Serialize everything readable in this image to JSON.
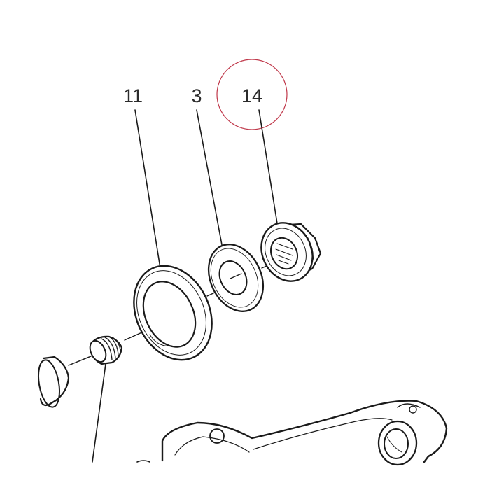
{
  "diagram": {
    "callouts": [
      {
        "id": "11",
        "label": "11"
      },
      {
        "id": "3",
        "label": "3"
      },
      {
        "id": "14",
        "label": "14"
      }
    ],
    "highlight": {
      "target": "14",
      "color": "#c0394b"
    },
    "line_color": "#1a1a1a",
    "label_color": "#2b2b2b"
  }
}
